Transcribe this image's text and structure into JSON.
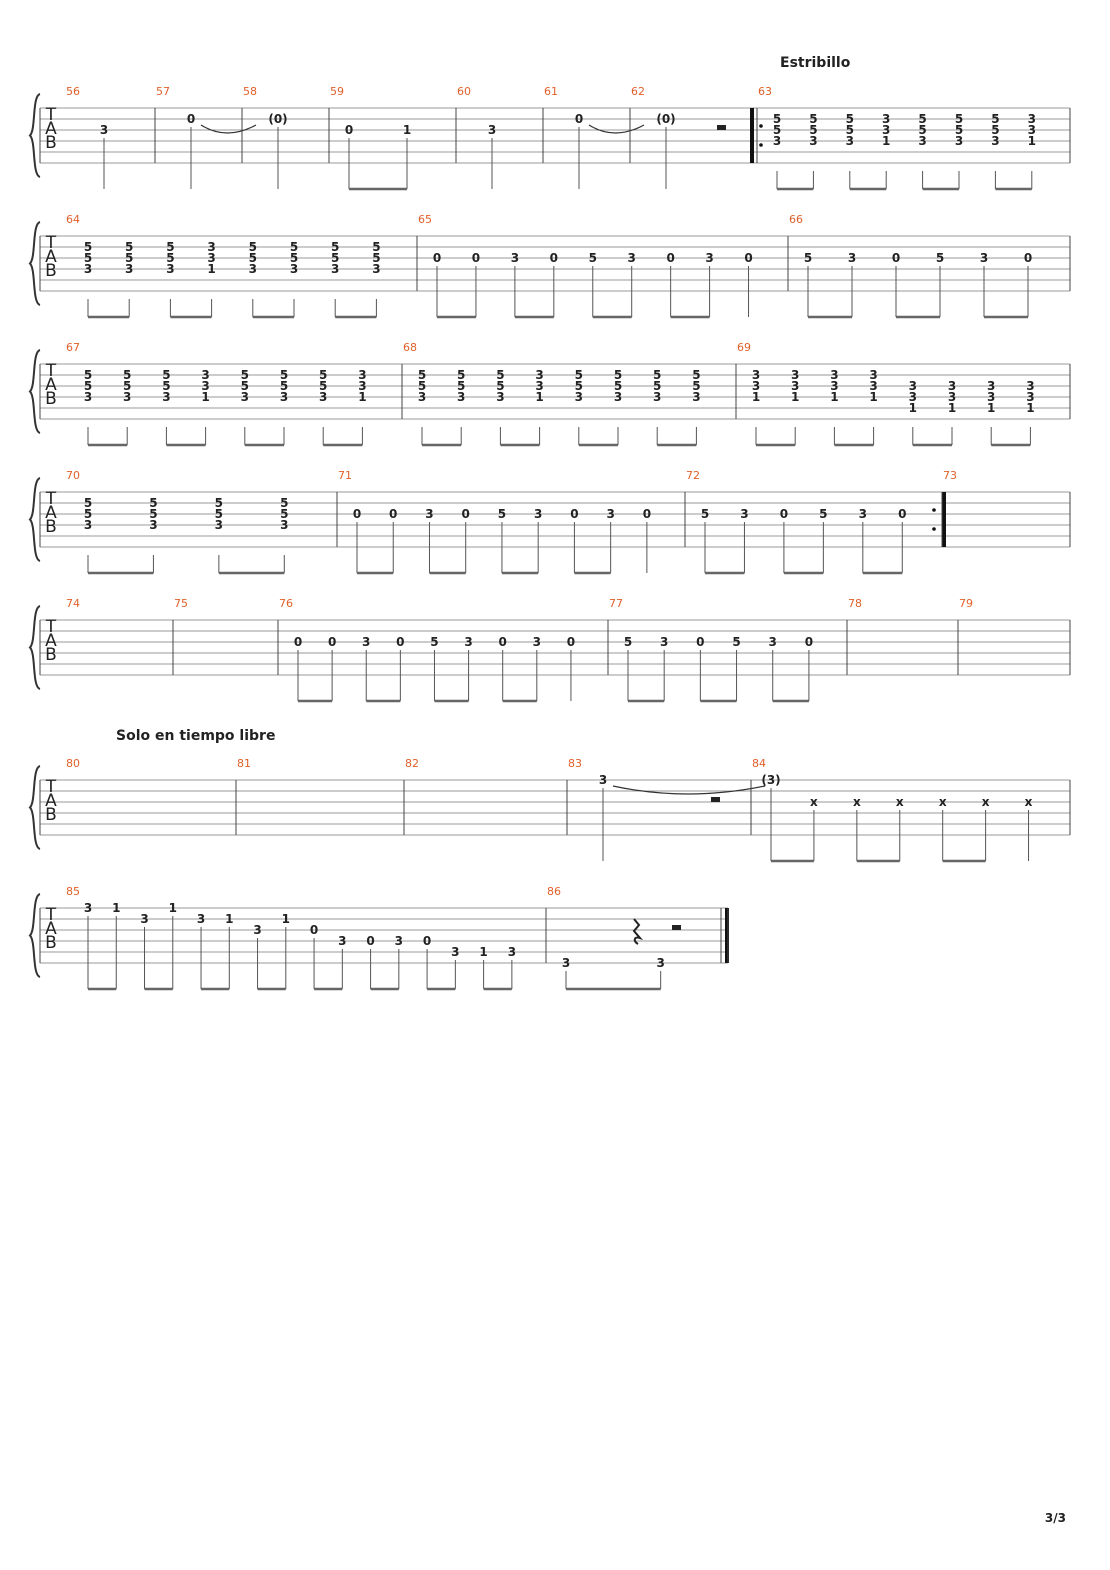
{
  "sections": [
    {
      "label": "Estribillo",
      "measure": 63
    },
    {
      "label": "Solo en tiempo libre",
      "measure": 80
    }
  ],
  "tab_clef": [
    "T",
    "A",
    "B"
  ],
  "rows": [
    {
      "measures": [
        {
          "number": "56",
          "notes": [
            {
              "s": 3,
              "f": "3"
            }
          ]
        },
        {
          "number": "57",
          "notes": [
            {
              "s": 2,
              "f": "0"
            }
          ],
          "tie": true
        },
        {
          "number": "58",
          "notes": [
            {
              "s": 2,
              "f": "(0)"
            }
          ]
        },
        {
          "number": "59",
          "notes": [
            {
              "s": 3,
              "f": "0"
            },
            {
              "s": 3,
              "f": "1"
            }
          ]
        },
        {
          "number": "60",
          "notes": [
            {
              "s": 3,
              "f": "3"
            }
          ]
        },
        {
          "number": "61",
          "notes": [
            {
              "s": 2,
              "f": "0"
            }
          ],
          "tie": true
        },
        {
          "number": "62",
          "notes": [
            {
              "s": 2,
              "f": "(0)"
            }
          ],
          "rest": "half"
        },
        {
          "number": "63",
          "repeat_start": true,
          "chords": [
            [
              "5",
              "5",
              "3"
            ],
            [
              "5",
              "5",
              "3"
            ],
            [
              "5",
              "5",
              "3"
            ],
            [
              "3",
              "3",
              "1"
            ],
            [
              "5",
              "5",
              "3"
            ],
            [
              "5",
              "5",
              "3"
            ],
            [
              "5",
              "5",
              "3"
            ],
            [
              "3",
              "3",
              "1"
            ]
          ]
        }
      ]
    },
    {
      "measures": [
        {
          "number": "64",
          "chords": [
            [
              "5",
              "5",
              "3"
            ],
            [
              "5",
              "5",
              "3"
            ],
            [
              "5",
              "5",
              "3"
            ],
            [
              "3",
              "3",
              "1"
            ],
            [
              "5",
              "5",
              "3"
            ],
            [
              "5",
              "5",
              "3"
            ],
            [
              "5",
              "5",
              "3"
            ],
            [
              "5",
              "5",
              "3"
            ]
          ]
        },
        {
          "number": "65",
          "notes": [
            {
              "s": 3,
              "f": "0"
            },
            {
              "s": 3,
              "f": "0"
            },
            {
              "s": 3,
              "f": "3"
            },
            {
              "s": 3,
              "f": "0"
            },
            {
              "s": 3,
              "f": "5"
            },
            {
              "s": 3,
              "f": "3"
            },
            {
              "s": 3,
              "f": "0"
            },
            {
              "s": 3,
              "f": "3"
            },
            {
              "s": 3,
              "f": "0"
            }
          ]
        },
        {
          "number": "66",
          "notes": [
            {
              "s": 3,
              "f": "5"
            },
            {
              "s": 3,
              "f": "3"
            },
            {
              "s": 3,
              "f": "0"
            },
            {
              "s": 3,
              "f": "5"
            },
            {
              "s": 3,
              "f": "3"
            },
            {
              "s": 3,
              "f": "0"
            }
          ]
        }
      ]
    },
    {
      "measures": [
        {
          "number": "67",
          "chords": [
            [
              "5",
              "5",
              "3"
            ],
            [
              "5",
              "5",
              "3"
            ],
            [
              "5",
              "5",
              "3"
            ],
            [
              "3",
              "3",
              "1"
            ],
            [
              "5",
              "5",
              "3"
            ],
            [
              "5",
              "5",
              "3"
            ],
            [
              "5",
              "5",
              "3"
            ],
            [
              "3",
              "3",
              "1"
            ]
          ]
        },
        {
          "number": "68",
          "chords": [
            [
              "5",
              "5",
              "3"
            ],
            [
              "5",
              "5",
              "3"
            ],
            [
              "5",
              "5",
              "3"
            ],
            [
              "3",
              "3",
              "1"
            ],
            [
              "5",
              "5",
              "3"
            ],
            [
              "5",
              "5",
              "3"
            ],
            [
              "5",
              "5",
              "3"
            ],
            [
              "5",
              "5",
              "3"
            ]
          ]
        },
        {
          "number": "69",
          "chords": [
            [
              "3",
              "3",
              "1"
            ],
            [
              "3",
              "3",
              "1"
            ],
            [
              "3",
              "3",
              "1"
            ],
            [
              "3",
              "3",
              "1"
            ],
            [
              "3",
              "3",
              "1"
            ],
            [
              "3",
              "3",
              "1"
            ],
            [
              "3",
              "3",
              "1"
            ],
            [
              "3",
              "3",
              "1"
            ]
          ]
        }
      ]
    },
    {
      "measures": [
        {
          "number": "70",
          "chords": [
            [
              "5",
              "5",
              "3"
            ],
            [
              "5",
              "5",
              "3"
            ],
            [
              "5",
              "5",
              "3"
            ],
            [
              "5",
              "5",
              "3"
            ]
          ]
        },
        {
          "number": "71",
          "notes": [
            {
              "s": 3,
              "f": "0"
            },
            {
              "s": 3,
              "f": "0"
            },
            {
              "s": 3,
              "f": "3"
            },
            {
              "s": 3,
              "f": "0"
            },
            {
              "s": 3,
              "f": "5"
            },
            {
              "s": 3,
              "f": "3"
            },
            {
              "s": 3,
              "f": "0"
            },
            {
              "s": 3,
              "f": "3"
            },
            {
              "s": 3,
              "f": "0"
            }
          ]
        },
        {
          "number": "72",
          "notes": [
            {
              "s": 3,
              "f": "5"
            },
            {
              "s": 3,
              "f": "3"
            },
            {
              "s": 3,
              "f": "0"
            },
            {
              "s": 3,
              "f": "5"
            },
            {
              "s": 3,
              "f": "3"
            },
            {
              "s": 3,
              "f": "0"
            }
          ],
          "repeat_end": true
        },
        {
          "number": "73",
          "notes": []
        }
      ]
    },
    {
      "measures": [
        {
          "number": "74",
          "notes": []
        },
        {
          "number": "75",
          "notes": []
        },
        {
          "number": "76",
          "notes": [
            {
              "s": 3,
              "f": "0"
            },
            {
              "s": 3,
              "f": "0"
            },
            {
              "s": 3,
              "f": "3"
            },
            {
              "s": 3,
              "f": "0"
            },
            {
              "s": 3,
              "f": "5"
            },
            {
              "s": 3,
              "f": "3"
            },
            {
              "s": 3,
              "f": "0"
            },
            {
              "s": 3,
              "f": "3"
            },
            {
              "s": 3,
              "f": "0"
            }
          ]
        },
        {
          "number": "77",
          "notes": [
            {
              "s": 3,
              "f": "5"
            },
            {
              "s": 3,
              "f": "3"
            },
            {
              "s": 3,
              "f": "0"
            },
            {
              "s": 3,
              "f": "5"
            },
            {
              "s": 3,
              "f": "3"
            },
            {
              "s": 3,
              "f": "0"
            }
          ]
        },
        {
          "number": "78",
          "notes": []
        },
        {
          "number": "79",
          "notes": []
        }
      ]
    },
    {
      "measures": [
        {
          "number": "80",
          "notes": []
        },
        {
          "number": "81",
          "notes": []
        },
        {
          "number": "82",
          "notes": []
        },
        {
          "number": "83",
          "notes": [
            {
              "s": 1,
              "f": "3"
            }
          ],
          "rest": "half",
          "tie": true
        },
        {
          "number": "84",
          "notes": [
            {
              "s": 1,
              "f": "(3)"
            },
            {
              "s": 3,
              "f": "x"
            },
            {
              "s": 3,
              "f": "x"
            },
            {
              "s": 3,
              "f": "x"
            },
            {
              "s": 3,
              "f": "x"
            },
            {
              "s": 3,
              "f": "x"
            },
            {
              "s": 3,
              "f": "x"
            }
          ]
        }
      ]
    },
    {
      "measures": [
        {
          "number": "85",
          "notes": [
            {
              "s": 1,
              "f": "3"
            },
            {
              "s": 1,
              "f": "1"
            },
            {
              "s": 2,
              "f": "3"
            },
            {
              "s": 1,
              "f": "1"
            },
            {
              "s": 2,
              "f": "3"
            },
            {
              "s": 2,
              "f": "1"
            },
            {
              "s": 3,
              "f": "3"
            },
            {
              "s": 2,
              "f": "1"
            },
            {
              "s": 3,
              "f": "0"
            },
            {
              "s": 4,
              "f": "3"
            },
            {
              "s": 4,
              "f": "0"
            },
            {
              "s": 4,
              "f": "3"
            },
            {
              "s": 4,
              "f": "0"
            },
            {
              "s": 5,
              "f": "3"
            },
            {
              "s": 5,
              "f": "1"
            },
            {
              "s": 5,
              "f": "3"
            }
          ]
        },
        {
          "number": "86",
          "notes": [
            {
              "s": 6,
              "f": "3"
            },
            {
              "s": 6,
              "f": "3"
            }
          ],
          "rest": "quarter+half",
          "final": true
        }
      ]
    }
  ],
  "page_number": "3/3"
}
